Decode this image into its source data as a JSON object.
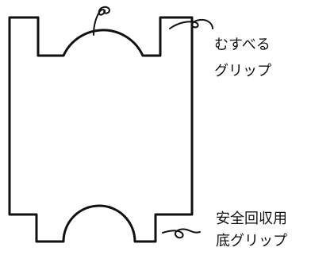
{
  "labels": {
    "top_grip_line1": "むすべる",
    "top_grip_line2": "グリップ",
    "bottom_grip_line1": "安全回収用",
    "bottom_grip_line2": "底グリップ"
  },
  "colors": {
    "stroke": "#111111",
    "background": "#ffffff"
  }
}
